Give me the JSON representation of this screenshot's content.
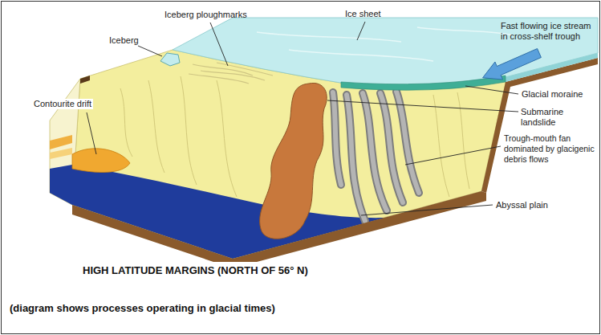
{
  "diagram": {
    "title": "HIGH LATITUDE MARGINS (NORTH OF 56° N)",
    "caption": "(diagram shows processes operating in glacial times)",
    "labels": [
      "Iceberg ploughmarks",
      "Ice sheet",
      "Iceberg",
      "Contourite drift",
      "Fast flowing ice stream in cross-shelf trough",
      "Glacial moraine",
      "Submarine landslide",
      "Trough-mouth fan dominated by glacigenic debris flows",
      "Abyssal plain"
    ]
  }
}
